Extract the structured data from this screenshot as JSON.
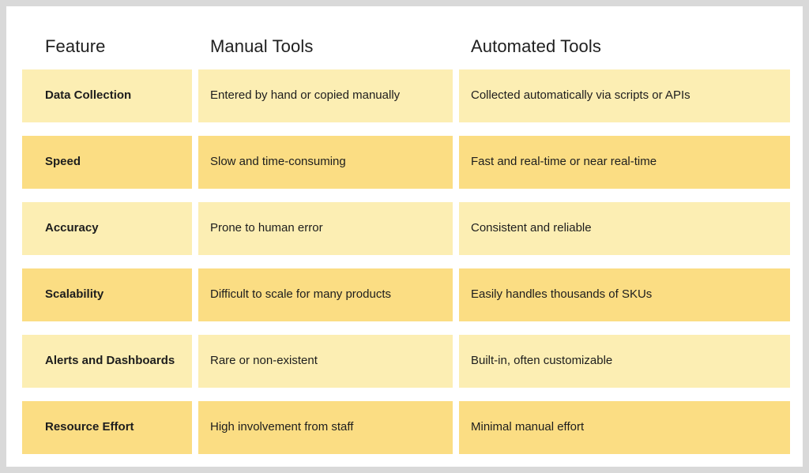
{
  "table": {
    "headers": [
      "Feature",
      "Manual Tools",
      "Automated Tools"
    ],
    "rows": [
      {
        "feature": "Data Collection",
        "manual": "Entered by hand or copied manually",
        "automated": "Collected automatically via scripts or APIs",
        "shade": "light"
      },
      {
        "feature": "Speed",
        "manual": "Slow and time-consuming",
        "automated": "Fast and real-time or near real-time",
        "shade": "dark"
      },
      {
        "feature": "Accuracy",
        "manual": "Prone to human error",
        "automated": "Consistent and reliable",
        "shade": "light"
      },
      {
        "feature": "Scalability",
        "manual": "Difficult to scale for many products",
        "automated": "Easily handles thousands of SKUs",
        "shade": "dark"
      },
      {
        "feature": "Alerts and Dashboards",
        "manual": "Rare or non-existent",
        "automated": "Built-in, often customizable",
        "shade": "light"
      },
      {
        "feature": "Resource Effort",
        "manual": "High involvement from staff",
        "automated": "Minimal manual effort",
        "shade": "dark"
      }
    ]
  },
  "colors": {
    "row_light": "#fceeb3",
    "row_dark": "#fbdd83",
    "card_background": "#ffffff",
    "page_background": "#d9d9d9",
    "text": "#1d1d1d",
    "header_text": "#202020"
  }
}
